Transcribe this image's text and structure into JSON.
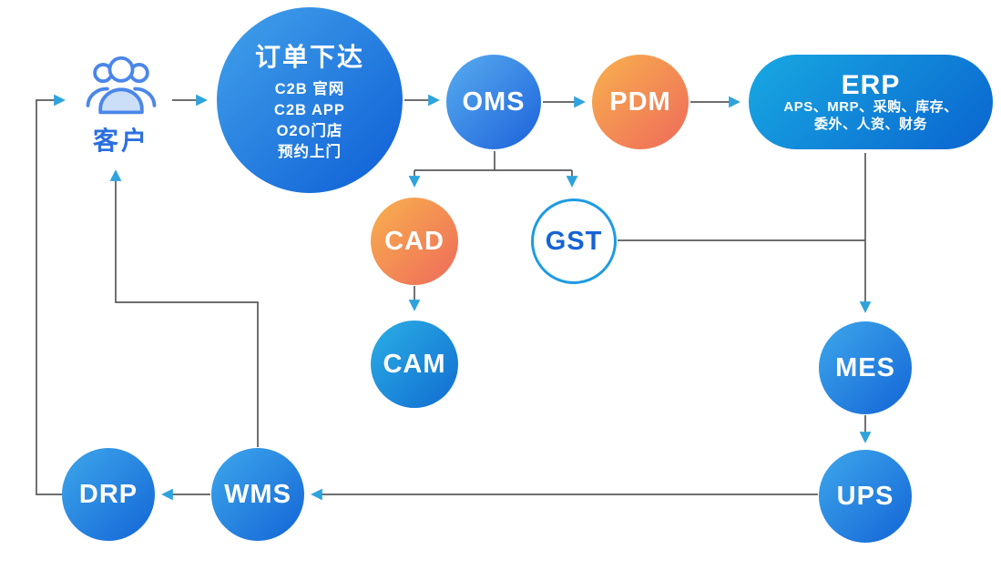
{
  "diagram": {
    "nodes": {
      "customer": {
        "label": "客户",
        "icon": "customer-group-icon"
      },
      "order": {
        "title": "订单下达",
        "lines": [
          "C2B 官网",
          "C2B APP",
          "O2O门店",
          "预约上门"
        ]
      },
      "oms": {
        "label": "OMS"
      },
      "pdm": {
        "label": "PDM"
      },
      "erp": {
        "title": "ERP",
        "subtitle_line1": "APS、MRP、采购、库存、",
        "subtitle_line2": "委外、人资、财务"
      },
      "cad": {
        "label": "CAD"
      },
      "gst": {
        "label": "GST"
      },
      "cam": {
        "label": "CAM"
      },
      "mes": {
        "label": "MES"
      },
      "ups": {
        "label": "UPS"
      },
      "wms": {
        "label": "WMS"
      },
      "drp": {
        "label": "DRP"
      }
    },
    "edges": [
      "DRP -> 客户",
      "客户 -> 订单下达",
      "订单下达 -> OMS",
      "OMS -> PDM",
      "PDM -> ERP",
      "OMS -> CAD",
      "OMS -> GST",
      "CAD -> CAM",
      "GST - ERP/MES line",
      "ERP -> MES",
      "MES -> UPS",
      "UPS -> WMS",
      "WMS -> DRP",
      "WMS -> 客户"
    ],
    "colors": {
      "line": "#58595B",
      "arrowhead": "#2FA3DD",
      "blue_gradient_start": "#42A2EA",
      "blue_gradient_end": "#0E5ED6",
      "cyan_gradient_start": "#2BAFE5",
      "cyan_gradient_end": "#116CD1",
      "orange_gradient_start": "#F8B14E",
      "orange_gradient_end": "#EE6A5A",
      "gst_border": "#1E9BE2",
      "gst_text": "#1562D6",
      "customer_text": "#2B6FE0"
    }
  }
}
